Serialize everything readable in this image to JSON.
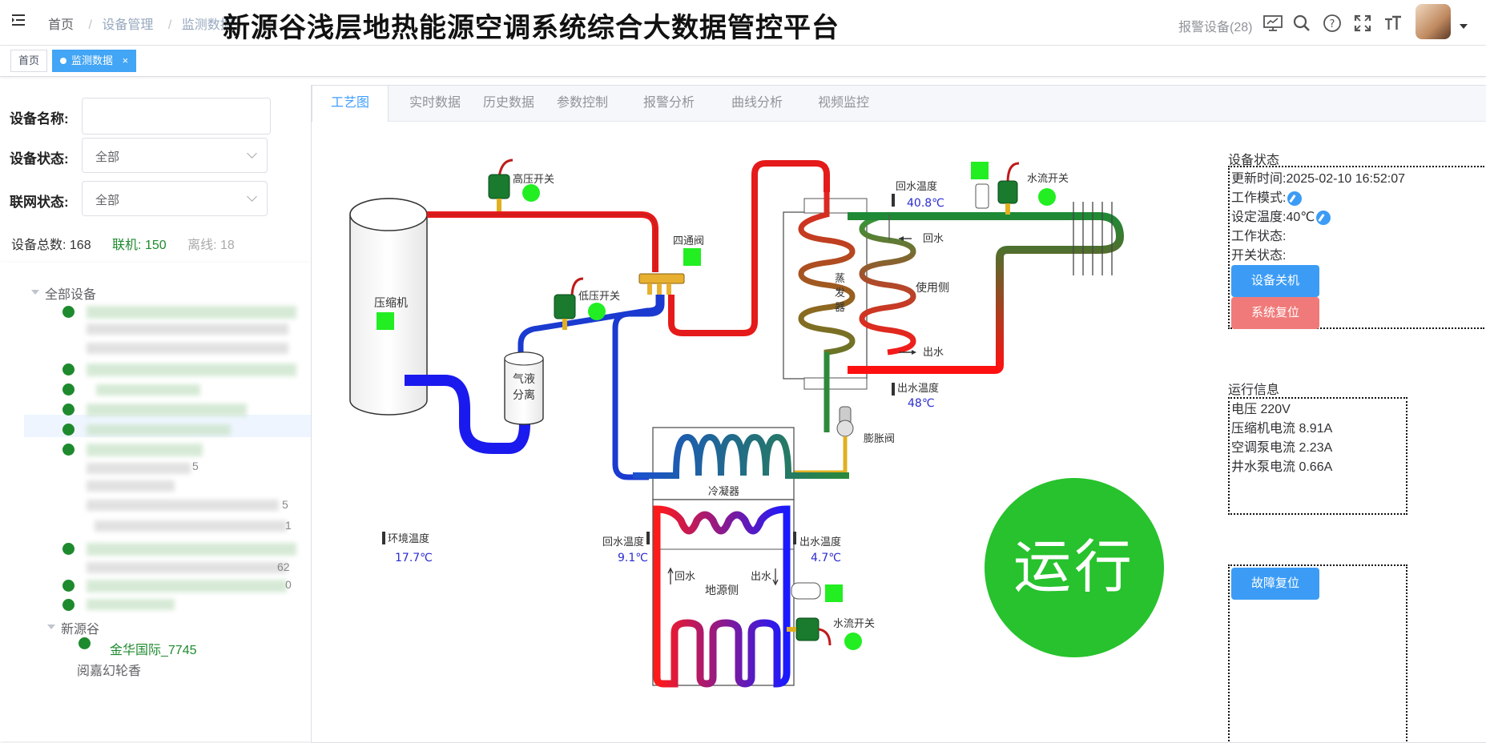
{
  "header": {
    "breadcrumb": [
      "首页",
      "设备管理",
      "监测数据"
    ],
    "title": "新源谷浅层地热能源空调系统综合大数据管控平台",
    "alarm_link": "报警设备(28)"
  },
  "tagbar": {
    "home_tag": "首页",
    "active_tag": "监测数据",
    "close_glyph": "×"
  },
  "filters": {
    "name_label": "设备名称:",
    "name_value": "",
    "status_label": "设备状态:",
    "status_value": "全部",
    "online_label": "联网状态:",
    "online_value": "全部"
  },
  "stats": {
    "total": "设备总数: 168",
    "online": "联机: 150",
    "offline": "离线: 18"
  },
  "tree": {
    "root": "全部设备",
    "group": "新源谷",
    "leaf": "金华国际_7745",
    "next_group": "阅嘉幻轮香",
    "blurred_suffixes": [
      "5",
      "5",
      "1",
      "62",
      "0"
    ]
  },
  "tabs": [
    "工艺图",
    "实时数据",
    "历史数据",
    "参数控制",
    "报警分析",
    "曲线分析",
    "视频监控"
  ],
  "diagram": {
    "compressor": "压缩机",
    "separator_line1": "气液",
    "separator_line2": "分离",
    "high_pressure_switch": "高压开关",
    "low_pressure_switch": "低压开关",
    "four_way_valve": "四通阀",
    "evaporator": [
      "蒸",
      "发",
      "器"
    ],
    "user_side": "使用侧",
    "return_water": "回水",
    "outlet_water": "出水",
    "return_temp_label": "回水温度",
    "return_temp_value": "40.8℃",
    "outlet_temp_label": "出水温度",
    "outlet_temp_value": "48℃",
    "water_flow_switch": "水流开关",
    "expansion_valve": "膨胀阀",
    "condenser": "冷凝器",
    "ground_source_side": "地源侧",
    "ambient_temp_label": "环境温度",
    "ambient_temp_value": "17.7℃",
    "gs_return_temp_label": "回水温度",
    "gs_return_temp_value": "9.1℃",
    "gs_outlet_temp_label": "出水温度",
    "gs_outlet_temp_value": "4.7℃",
    "gs_water_flow_switch": "水流开关",
    "run_state": "运行"
  },
  "device_status": {
    "title": "设备状态",
    "update_time": "更新时间:2025-02-10 16:52:07",
    "work_mode": "工作模式:",
    "set_temp": "设定温度:40℃",
    "work_state": "工作状态:",
    "switch_state": "开关状态:",
    "shutdown_button": "设备关机",
    "reset_button": "系统复位"
  },
  "run_info": {
    "title": "运行信息",
    "voltage": "电压 220V",
    "compressor_current": "压缩机电流 8.91A",
    "ac_pump_current": "空调泵电流 2.23A",
    "well_pump_current": "井水泵电流 0.66A"
  },
  "fault": {
    "reset_button": "故障复位"
  },
  "colors": {
    "accent": "#409eff",
    "run_green": "#27c22d",
    "indicator_green": "#22ee22",
    "online_green": "#1e8a2e",
    "temp_blue": "#2b2bd0",
    "reset_red": "#f07a7a"
  }
}
